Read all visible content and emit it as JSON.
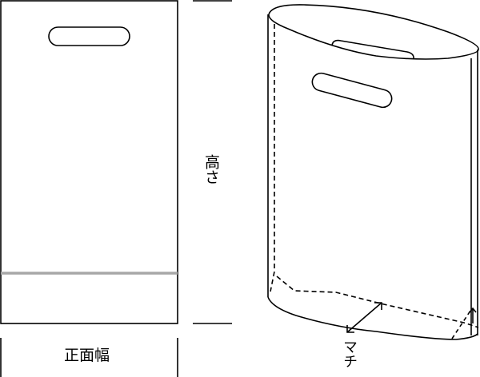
{
  "diagram": {
    "type": "bag-dimension-diagram",
    "labels": {
      "front_width": "正面幅",
      "height": "高さ",
      "gusset": "マチ"
    },
    "colors": {
      "stroke": "#000000",
      "fold_line": "#a8a8a8",
      "background": "#ffffff"
    },
    "views": [
      {
        "name": "front-view",
        "features": [
          "die-cut-handle",
          "bottom-fold-line"
        ]
      },
      {
        "name": "perspective-view",
        "features": [
          "oval-opening",
          "die-cut-handle",
          "dashed-gusset-fold",
          "gusset-arrow"
        ]
      }
    ]
  }
}
